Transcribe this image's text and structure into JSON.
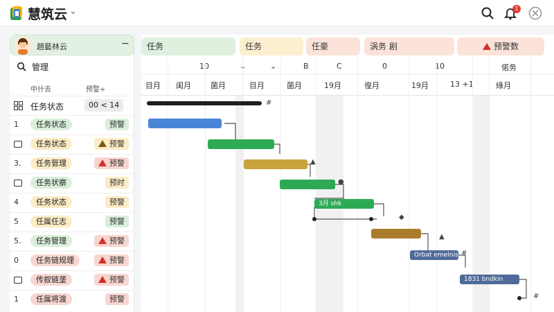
{
  "app": {
    "title": "慧筑云",
    "notification_count": "1"
  },
  "left": {
    "user_name": "趙藝林云",
    "collapse": "−",
    "search_label": "管理",
    "col_headers": [
      "中什去",
      "预警+"
    ],
    "summary_row": {
      "label": "任务状态",
      "value": "00 < 14"
    },
    "rows": [
      {
        "num": "1",
        "label": "任务状态",
        "pill": "g",
        "status": "预警",
        "status_color": "g",
        "warn": false
      },
      {
        "num": "",
        "label": "任务状态",
        "pill": "y",
        "status": "预警",
        "status_color": "y",
        "warn": true,
        "warn_dark": true
      },
      {
        "num": "3.",
        "label": "任务管理",
        "pill": "y",
        "status": "预警",
        "status_color": "r",
        "warn": true
      },
      {
        "num": "",
        "label": "任务状察",
        "pill": "g",
        "status": "预时",
        "status_color": "y",
        "warn": false
      },
      {
        "num": "4",
        "label": "任务状态",
        "pill": "y",
        "status": "预警",
        "status_color": "y",
        "warn": false
      },
      {
        "num": "5",
        "label": "任属任志",
        "pill": "y",
        "status": "预警",
        "status_color": "g",
        "warn": false
      },
      {
        "num": "5.",
        "label": "任务管理",
        "pill": "g",
        "status": "预警",
        "status_color": "r",
        "warn": true
      },
      {
        "num": "0",
        "label": "任务链规理",
        "pill": "r",
        "status": "预警",
        "status_color": "r",
        "warn": true
      },
      {
        "num": "",
        "label": "传叙链垄",
        "pill": "r",
        "status": "预警",
        "status_color": "r",
        "warn": true
      },
      {
        "num": "1",
        "label": "任属将渡",
        "pill": "r",
        "status": "预警",
        "status_color": "r",
        "warn": false
      }
    ]
  },
  "gantt": {
    "tabs": [
      {
        "label": "任务",
        "color": "#dff0df"
      },
      {
        "label": "任务",
        "color": "#fcefd0"
      },
      {
        "label": "任豪",
        "color": "#fbe3da"
      },
      {
        "label": "涡务 剧",
        "color": "#fbe3da"
      },
      {
        "label": "预警数",
        "color": "#fbe3da"
      }
    ],
    "scale_top": [
      "10",
      "⌄",
      "⌄",
      "B",
      "C",
      "0",
      "10",
      "偌务"
    ],
    "scale_bottom": [
      "目月",
      "闺月",
      "菌月",
      "目月",
      "菌月",
      "19月",
      "徨月",
      "19月",
      "13 +1",
      "綠月"
    ],
    "bars": [
      {
        "label": "",
        "color": "#1f1f1f"
      },
      {
        "label": "",
        "color": "#4a86d8"
      },
      {
        "label": "",
        "color": "#2eaa55"
      },
      {
        "label": "",
        "color": "#c8a23a"
      },
      {
        "label": "",
        "color": "#2eaa55"
      },
      {
        "label": "3月 shk",
        "color": "#2eaa55"
      },
      {
        "label": "",
        "color": "#a97d2c"
      },
      {
        "label": "Orbat emelnis",
        "color": "#4f6b9a"
      },
      {
        "label": "1831 bndkin",
        "color": "#4f6b9a"
      }
    ]
  }
}
